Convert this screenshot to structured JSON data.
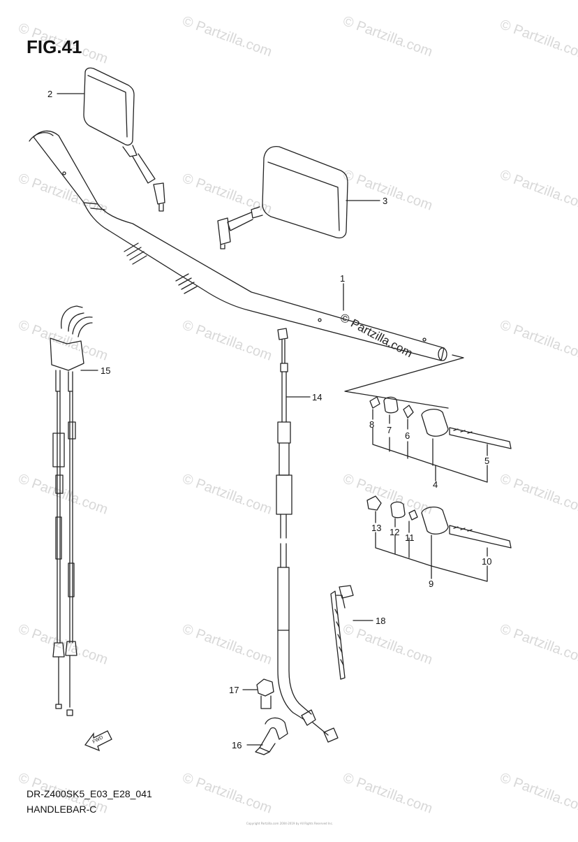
{
  "figure": {
    "title": "FIG.41",
    "model_code": "DR-Z400SK5_E03_E28_041",
    "subtitle": "HANDLEBAR-C"
  },
  "callouts": [
    {
      "id": "1",
      "label": "1"
    },
    {
      "id": "2",
      "label": "2"
    },
    {
      "id": "3",
      "label": "3"
    },
    {
      "id": "4",
      "label": "4"
    },
    {
      "id": "5",
      "label": "5"
    },
    {
      "id": "6",
      "label": "6"
    },
    {
      "id": "7",
      "label": "7"
    },
    {
      "id": "8",
      "label": "8"
    },
    {
      "id": "9",
      "label": "9"
    },
    {
      "id": "10",
      "label": "10"
    },
    {
      "id": "11",
      "label": "11"
    },
    {
      "id": "12",
      "label": "12"
    },
    {
      "id": "13",
      "label": "13"
    },
    {
      "id": "14",
      "label": "14"
    },
    {
      "id": "15",
      "label": "15"
    },
    {
      "id": "16",
      "label": "16"
    },
    {
      "id": "17",
      "label": "17"
    },
    {
      "id": "18",
      "label": "18"
    }
  ],
  "watermarks": {
    "text": "© Partzilla.com",
    "center_text": "© Partzilla.com",
    "color": "#d8d8d8"
  },
  "direction_arrow": {
    "label": "FWD"
  },
  "copyright_note": "Copyright Partzilla.com 2004-2019 by All Rights Reserved Inc.",
  "colors": {
    "line": "#222222",
    "text": "#111111",
    "watermark": "#d6d6d6"
  }
}
